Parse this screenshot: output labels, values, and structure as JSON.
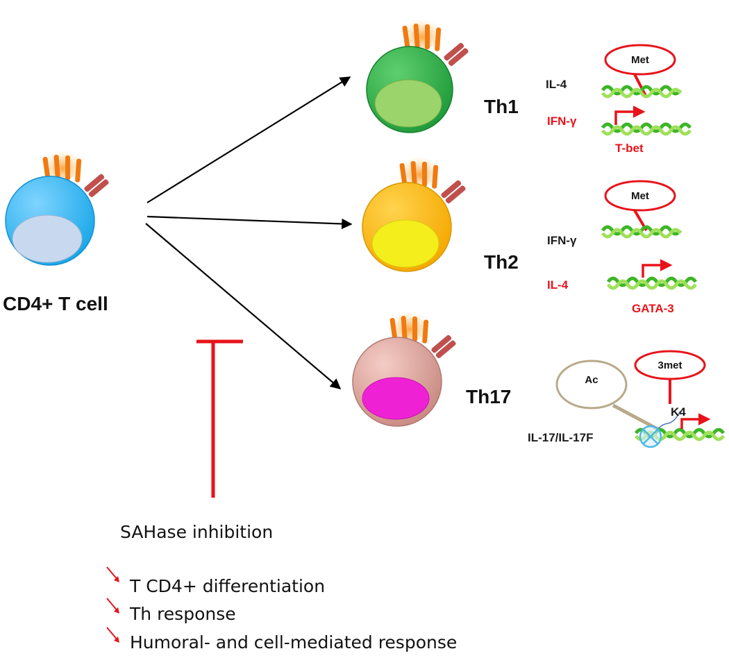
{
  "cells": {
    "source": {
      "label": "CD4+ T cell",
      "body_color": "#1aa7e8",
      "nucleus_color": "#c8d9ef"
    },
    "th1": {
      "label": "Th1",
      "body_color": "#1f9a3a",
      "nucleus_color": "#9bd46a"
    },
    "th2": {
      "label": "Th2",
      "body_color": "#f5b400",
      "nucleus_color": "#f4ee1c"
    },
    "th17": {
      "label": "Th17",
      "body_color": "#d8a19a",
      "nucleus_color": "#ee22d4"
    }
  },
  "panels": {
    "th1": {
      "bubble": "Met",
      "silenced_gene": "IL-4",
      "active_gene": "IFN-γ",
      "factor": "T-bet"
    },
    "th2": {
      "bubble": "Met",
      "silenced_gene": "IFN-γ",
      "active_gene": "IL-4",
      "factor": "GATA-3"
    },
    "th17": {
      "bubble": "3met",
      "acetyl": "Ac",
      "residue": "K4",
      "gene": "IL-17/IL-17F"
    }
  },
  "inhibition": {
    "label": "SAHase inhibition",
    "effects": [
      "T CD4+ differentiation",
      "Th response",
      "Humoral- and cell-mediated response"
    ]
  },
  "colors": {
    "accent_red": "#e8131a",
    "dna_green": "#3cb527",
    "dna_light": "#9fe05a",
    "ac_bubble": "#b8a98a",
    "marker_blue": "#4ab8e8"
  }
}
